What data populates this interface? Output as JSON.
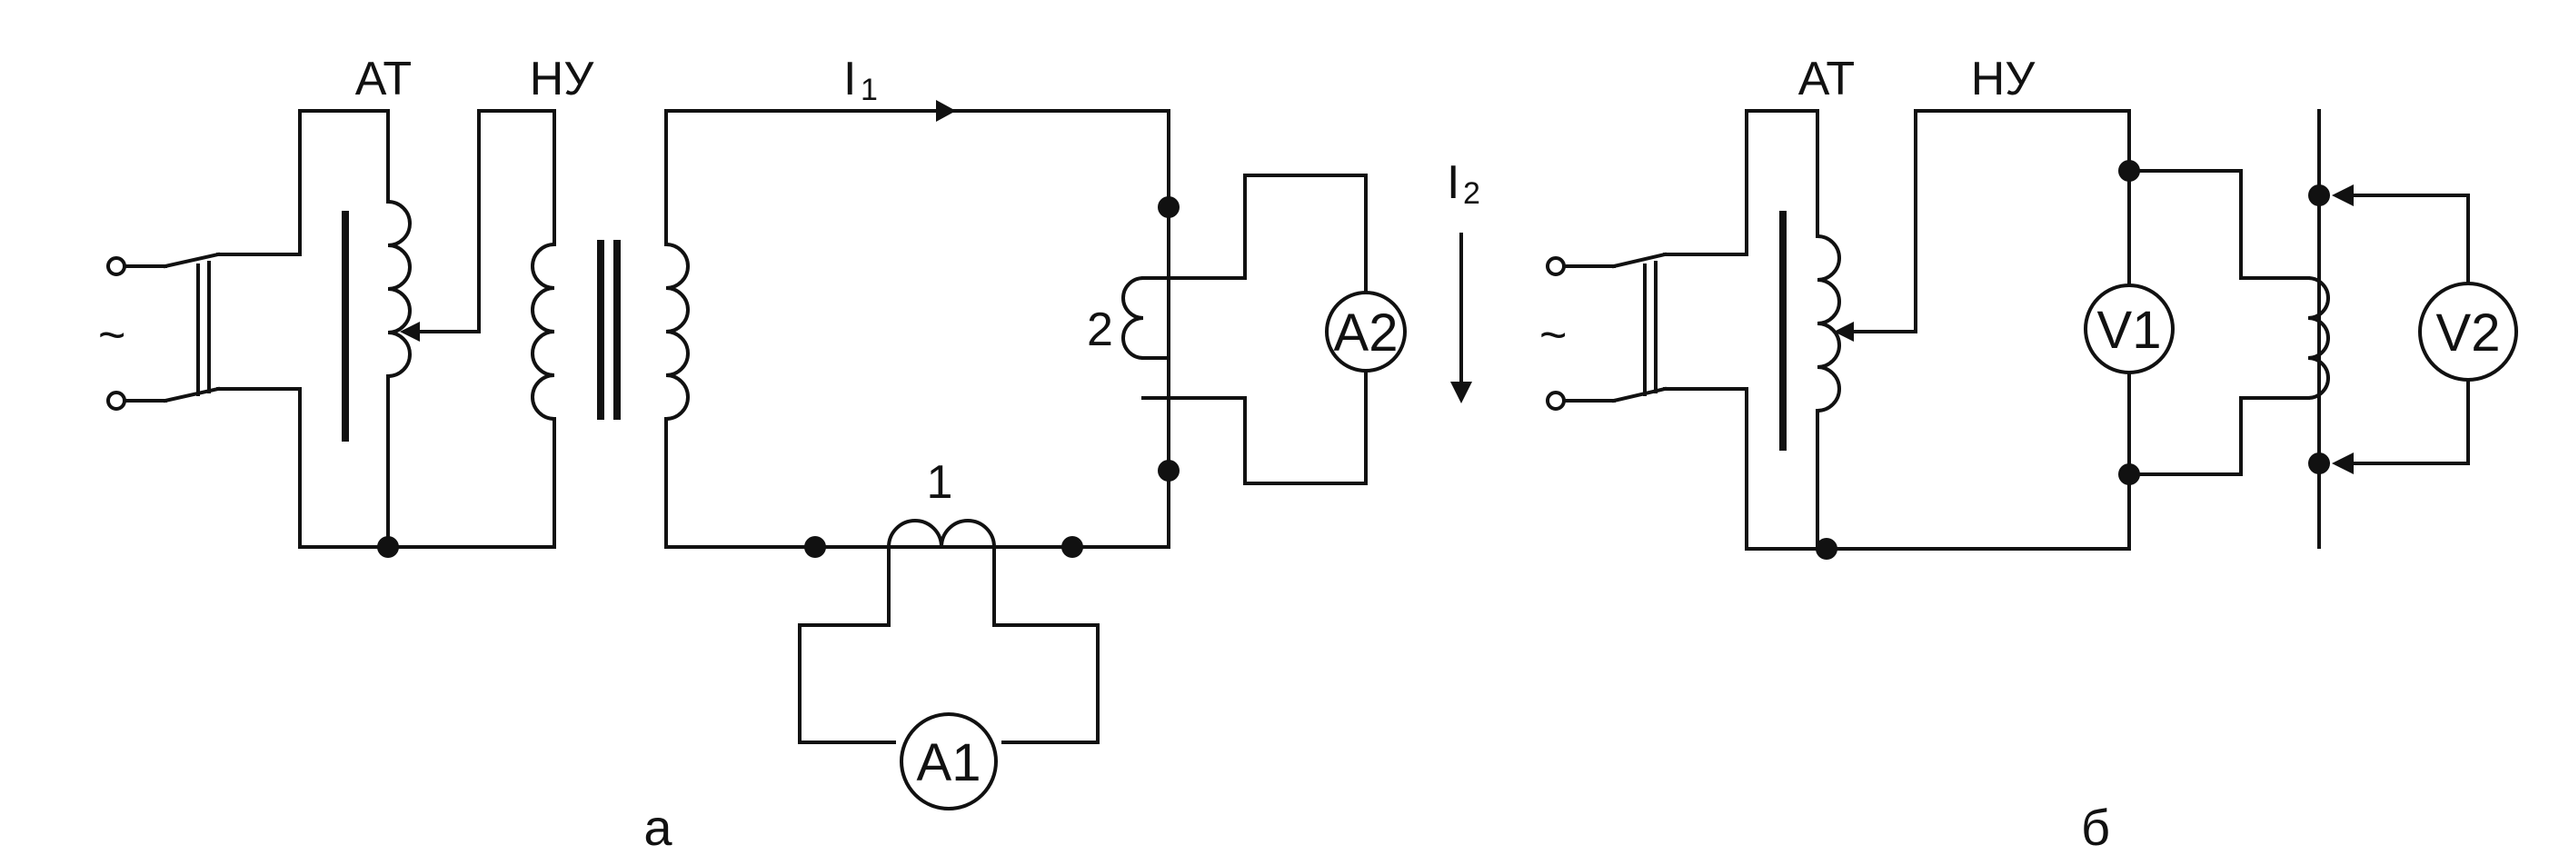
{
  "diagram_a": {
    "autotransformer_label": "АТ",
    "load_transformer_label": "НУ",
    "current1_label": "I",
    "current1_sub": "1",
    "current2_label": "I",
    "current2_sub": "2",
    "coil1_label": "1",
    "coil2_label": "2",
    "ammeter1_label": "A1",
    "ammeter2_label": "A2",
    "source_symbol": "~",
    "caption": "а"
  },
  "diagram_b": {
    "autotransformer_label": "АТ",
    "load_transformer_label": "НУ",
    "voltmeter1_label": "V1",
    "voltmeter2_label": "V2",
    "source_symbol": "~",
    "caption": "б"
  }
}
